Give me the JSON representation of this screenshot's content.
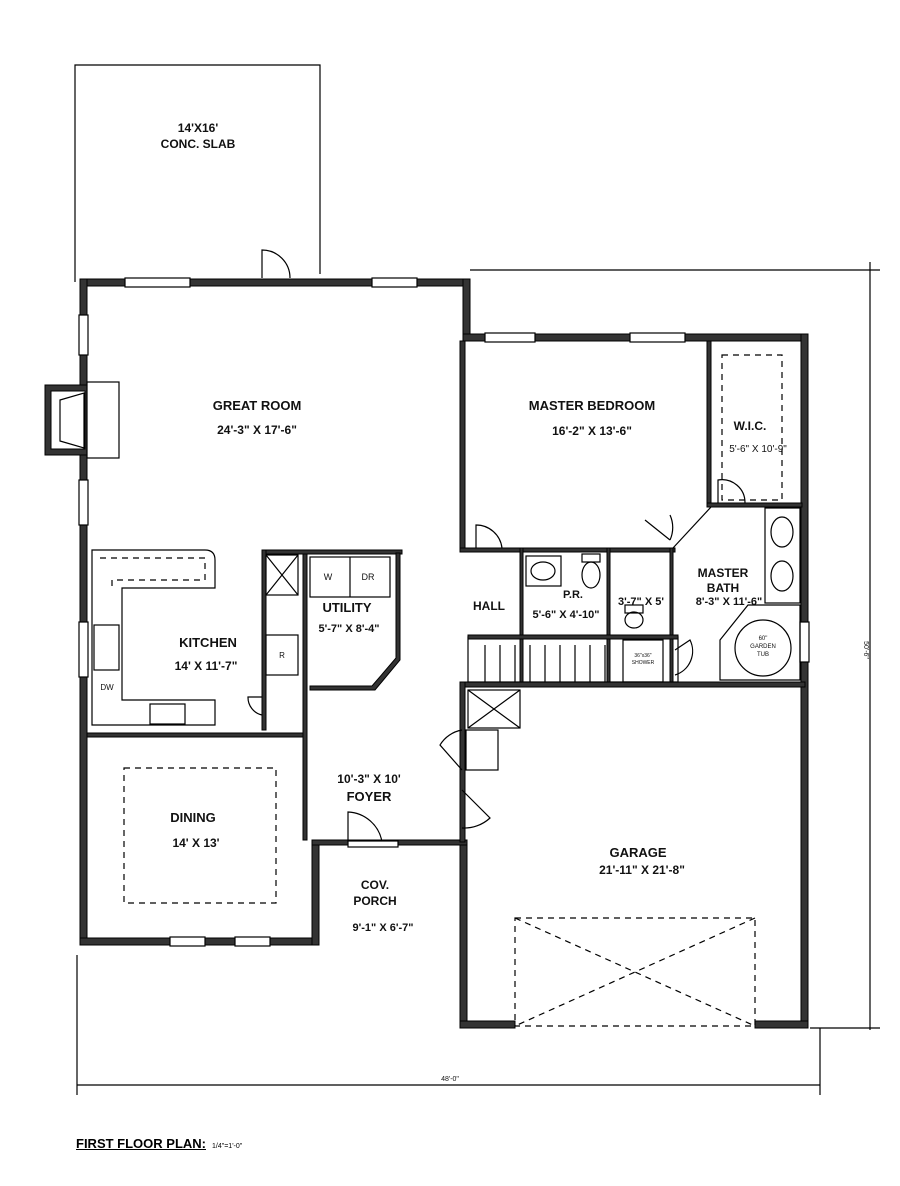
{
  "plan": {
    "title": "FIRST FLOOR PLAN:",
    "scale": "1/4\"=1'-0\""
  },
  "dimensions": {
    "overall_width": "48'-0\"",
    "overall_depth": "50'-6\""
  },
  "rooms": {
    "slab": {
      "name": "14'X16'",
      "size": "CONC. SLAB"
    },
    "great_room": {
      "name": "GREAT ROOM",
      "size": "24'-3\" X 17'-6\""
    },
    "master_bedroom": {
      "name": "MASTER BEDROOM",
      "size": "16'-2\" X 13'-6\""
    },
    "wic": {
      "name": "W.I.C.",
      "size": "5'-6\" X 10'-9\""
    },
    "kitchen": {
      "name": "KITCHEN",
      "size": "14' X 11'-7\""
    },
    "utility": {
      "name": "UTILITY",
      "size": "5'-7\" X 8'-4\""
    },
    "hall": {
      "name": "HALL"
    },
    "pr": {
      "name": "P.R.",
      "size": "5'-6\" X 4'-10\""
    },
    "toilet": {
      "size": "3'-7\" X 5'"
    },
    "master_bath": {
      "name": "MASTER",
      "name2": "BATH",
      "size": "8'-3\" X 11'-6\""
    },
    "dining": {
      "name": "DINING",
      "size": "14' X 13'"
    },
    "foyer": {
      "size": "10'-3\" X 10'",
      "name": "FOYER"
    },
    "garage": {
      "name": "GARAGE",
      "size": "21'-11\" X 21'-8\""
    },
    "porch": {
      "name": "COV.",
      "name2": "PORCH",
      "size": "9'-1\" X 6'-7\""
    }
  },
  "fixtures": {
    "washer": "W",
    "dryer": "DR",
    "dishwasher": "DW",
    "refrigerator": "R",
    "tub": [
      "60\"",
      "GARDEN",
      "TUB"
    ],
    "shower": [
      "36\"x36\"",
      "SHOWER"
    ]
  }
}
